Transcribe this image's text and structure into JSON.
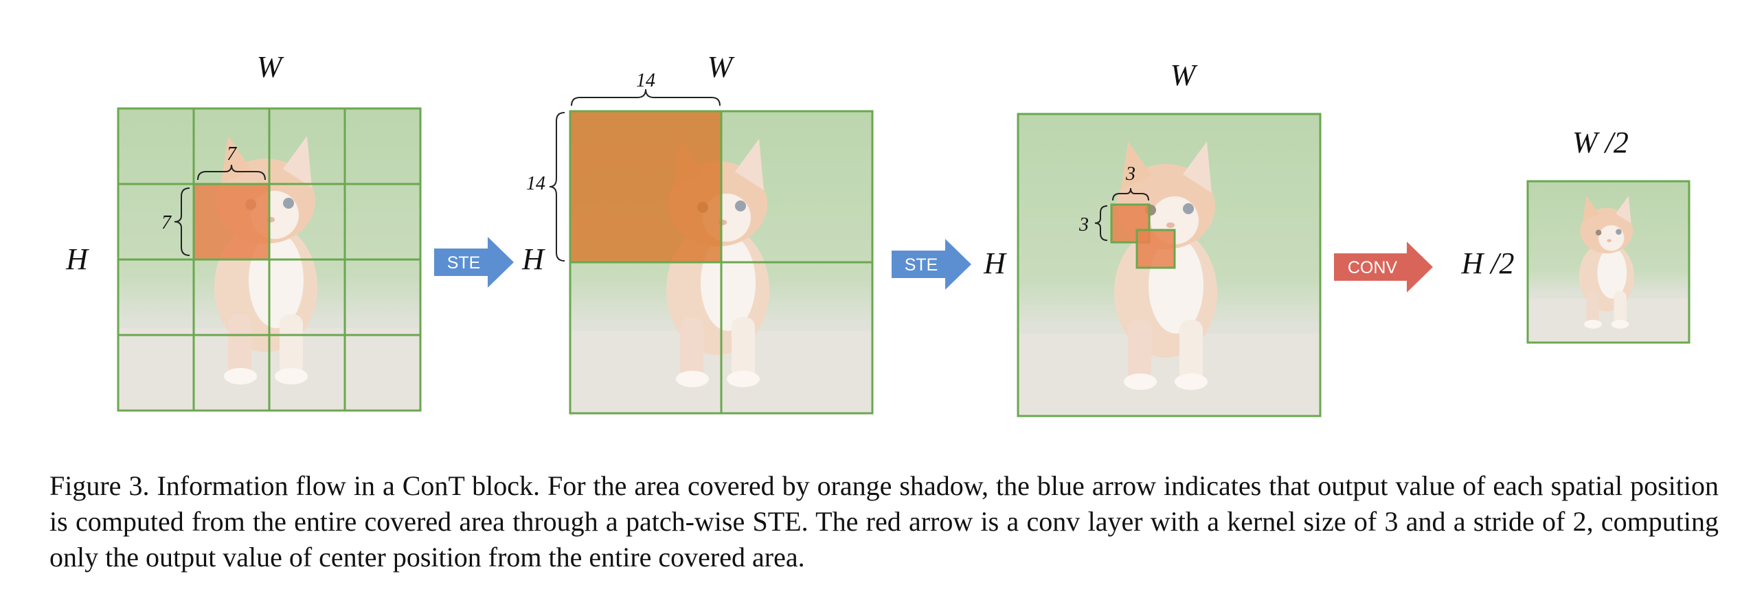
{
  "panels": {
    "p1": {
      "width_label": "W",
      "height_label": "H",
      "patch_label_top": "7",
      "patch_label_left": "7"
    },
    "p2": {
      "width_label": "W",
      "height_label": "H",
      "patch_label_top": "14",
      "patch_label_left": "14"
    },
    "p3": {
      "width_label": "W",
      "height_label": "H",
      "kernel_label_top": "3",
      "kernel_label_left": "3"
    },
    "p4": {
      "width_label": "W /2",
      "height_label": "H /2"
    }
  },
  "arrows": {
    "a1": {
      "label": "STE",
      "color": "#5b8fd1"
    },
    "a2": {
      "label": "STE",
      "color": "#5b8fd1"
    },
    "a3": {
      "label": "CONV",
      "color": "#d9655a"
    }
  },
  "colors": {
    "grid_line": "#6aa84f",
    "orange_shadow": "#e8834f",
    "grass": "#b9d4a8",
    "ground": "#e6e3dc"
  },
  "caption": {
    "text": "Figure 3. Information flow in a ConT block. For the area covered by orange shadow, the blue arrow indicates that output value of each spatial position is computed from the entire covered area through a patch-wise STE. The red arrow is a conv layer with a kernel size of 3 and a stride of 2, computing only the output value of center position from the entire covered area."
  }
}
